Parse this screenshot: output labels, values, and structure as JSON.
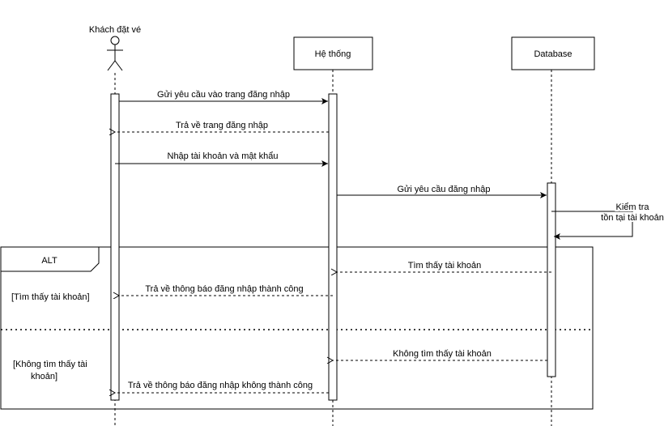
{
  "participants": {
    "actor": "Khách đặt vé",
    "system": "Hệ thống",
    "database": "Database"
  },
  "messages": {
    "m1": "Gửi yêu cầu vào trang đăng nhập",
    "m2": "Trả về trang đăng nhập",
    "m3": "Nhập tài khoản và mật khẩu",
    "m4": "Gửi yêu cầu đăng nhập",
    "self_line1": "Kiểm tra",
    "self_line2": "tồn tại tài khoản",
    "m5": "Tìm thấy tài khoản",
    "m6": "Trả về thông báo đăng nhập thành công",
    "m7": "Không tìm thấy tài khoản",
    "m8": "Trả về thông báo đăng nhập không thành công"
  },
  "alt": {
    "label": "ALT",
    "guard1": "[Tìm thấy tài khoản]",
    "guard2_line1": "[Không tìm thấy tài",
    "guard2_line2": "khoản]"
  }
}
